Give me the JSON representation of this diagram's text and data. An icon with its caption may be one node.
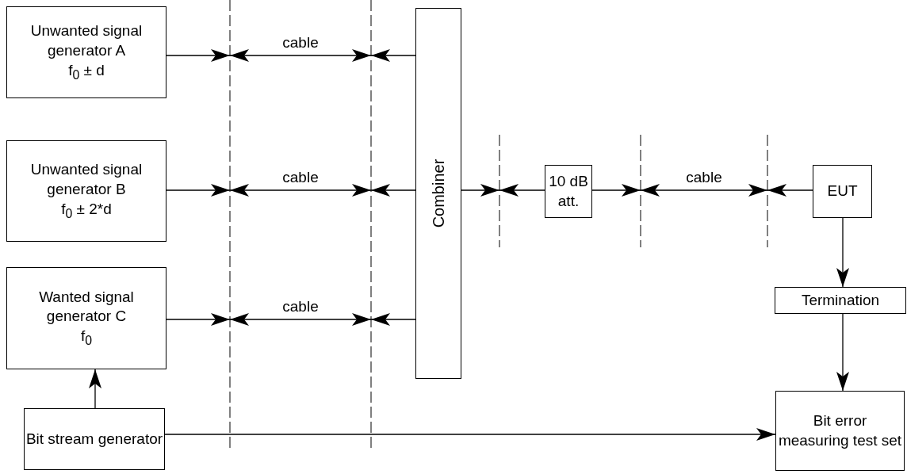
{
  "diagram": {
    "nodes": [
      {
        "text": [
          "Unwanted signal generator A",
          "f$_{0}$ ± d"
        ]
      },
      {
        "text": [
          "Unwanted signal generator B",
          "f$_{0}$ ± 2*d"
        ]
      },
      {
        "text": [
          "Wanted signal generator C",
          "f$_{0}$"
        ]
      },
      {
        "text": [
          "Combiner"
        ]
      },
      {
        "text": [
          "10 dB att."
        ]
      },
      {
        "text": [
          "EUT"
        ]
      },
      {
        "text": [
          "Termination"
        ]
      },
      {
        "text": [
          "Bit stream generator"
        ]
      },
      {
        "text": [
          "Bit error measuring test set"
        ]
      }
    ],
    "edges": [
      {
        "from": 0,
        "to": 3,
        "arrow": "none",
        "label": "cable"
      },
      {
        "from": 1,
        "to": 3,
        "arrow": "none",
        "label": "cable"
      },
      {
        "from": 2,
        "to": 3,
        "arrow": "none",
        "label": "cable"
      },
      {
        "from": 3,
        "to": 4,
        "arrow": "none"
      },
      {
        "from": 4,
        "to": 5,
        "arrow": "none",
        "label": "cable"
      },
      {
        "from": 5,
        "to": 6,
        "arrow": "to"
      },
      {
        "from": 6,
        "to": 8,
        "arrow": "to"
      },
      {
        "from": 7,
        "to": 2,
        "arrow": "to"
      },
      {
        "from": 7,
        "to": 8,
        "arrow": "to"
      }
    ]
  }
}
